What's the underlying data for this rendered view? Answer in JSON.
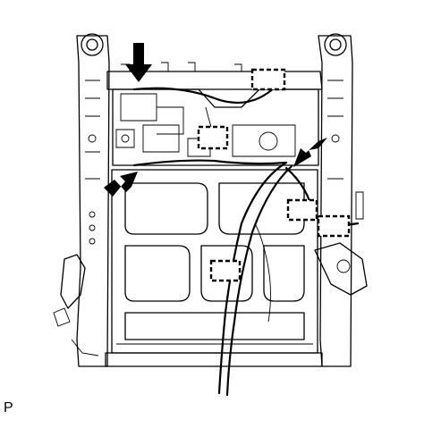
{
  "figure": {
    "label": "P",
    "description_icons": {
      "arrow": "arrow-icon",
      "clamp_marker": "dashed-clamp-icon"
    },
    "arrows": 3,
    "clamp_markers": 5,
    "colors": {
      "line": "#000000",
      "background": "#ffffff"
    }
  }
}
